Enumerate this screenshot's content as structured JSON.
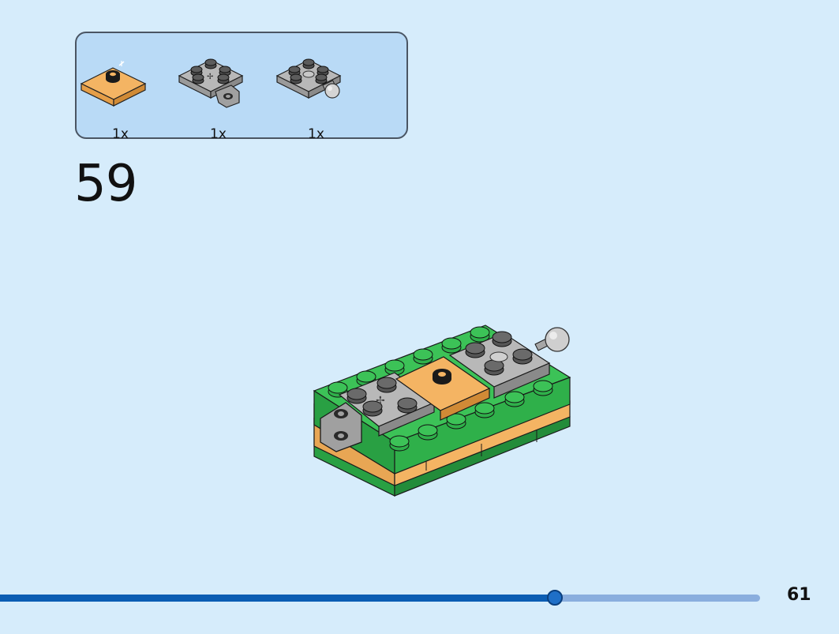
{
  "parts_list": {
    "items": [
      {
        "name": "tan-plate-with-center-stud",
        "count": "1x",
        "color": "#f4b463"
      },
      {
        "name": "gray-plate-with-clip",
        "count": "1x",
        "color": "#a6a6a6"
      },
      {
        "name": "gray-plate-with-ball",
        "count": "1x",
        "color": "#a6a6a6"
      }
    ]
  },
  "step": {
    "number": "59"
  },
  "model": {
    "name": "green-tan-brick-assembly",
    "colors": {
      "green": "#2fb04a",
      "tan": "#f4b463",
      "gray": "#a6a6a6",
      "dark_gray": "#555555"
    }
  },
  "progress": {
    "fraction": 0.73,
    "fill_color": "#0b5db3",
    "track_color": "#8aaede"
  },
  "page": {
    "number": "61"
  }
}
